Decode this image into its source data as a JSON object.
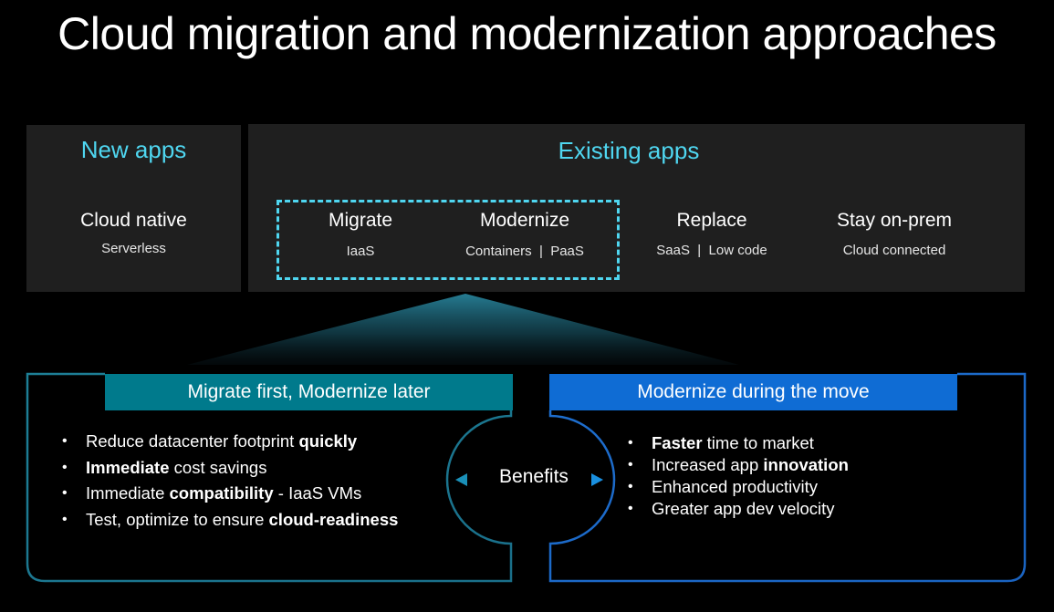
{
  "title": "Cloud migration and modernization approaches",
  "new_apps": {
    "heading": "New apps",
    "item": {
      "title": "Cloud native",
      "sub": "Serverless"
    }
  },
  "existing_apps": {
    "heading": "Existing apps",
    "items": [
      {
        "title": "Migrate",
        "sub": "IaaS"
      },
      {
        "title": "Modernize",
        "sub": "Containers  |  PaaS"
      },
      {
        "title": "Replace",
        "sub": "SaaS  |  Low code"
      },
      {
        "title": "Stay on-prem",
        "sub": "Cloud connected"
      }
    ]
  },
  "left_approach": {
    "heading": "Migrate first, Modernize later",
    "bullets": [
      {
        "pre": "Reduce datacenter footprint ",
        "bold": "quickly",
        "post": ""
      },
      {
        "pre": "",
        "bold": "Immediate",
        "post": " cost savings"
      },
      {
        "pre": "Immediate ",
        "bold": "compatibility",
        "post": " - IaaS VMs"
      },
      {
        "pre": "Test, optimize to ensure ",
        "bold": "cloud-readiness",
        "post": ""
      }
    ]
  },
  "right_approach": {
    "heading": "Modernize during the move",
    "bullets": [
      {
        "pre": "",
        "bold": "Faster",
        "post": " time to market"
      },
      {
        "pre": "Increased app ",
        "bold": "innovation",
        "post": ""
      },
      {
        "pre": "Enhanced productivity",
        "bold": "",
        "post": ""
      },
      {
        "pre": "Greater app dev velocity",
        "bold": "",
        "post": ""
      }
    ]
  },
  "benefits_label": "Benefits",
  "colors": {
    "accent_cyan": "#4fd6f0",
    "teal_bar": "#007a8c",
    "blue_bar": "#0f6cd4",
    "panel_bg": "#1f1f1f"
  }
}
